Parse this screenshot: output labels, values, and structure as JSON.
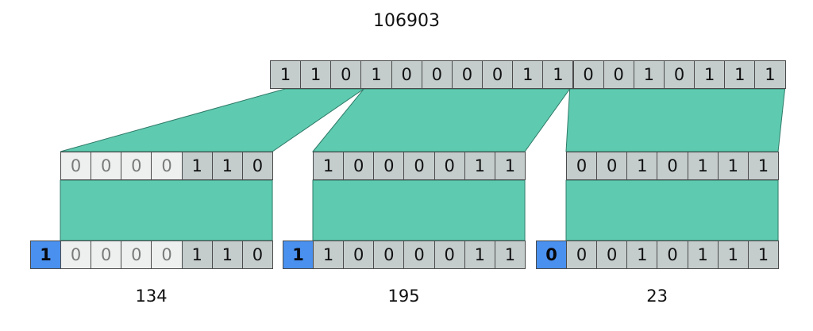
{
  "diagram": {
    "title": "106903",
    "colors": {
      "band": "#5ecbb0",
      "band_stroke": "#2f7a68",
      "cell_active_bg": "#c4cccc",
      "cell_faded_bg": "#eef0f0",
      "cell_border": "#4b4b4b",
      "highlight_bg": "#4a90ee",
      "text": "#111111",
      "faded_text": "#7a7a7a",
      "background": "#ffffff"
    },
    "top_row": {
      "label": "106903",
      "bit_count": 17,
      "bits": [
        "1",
        "1",
        "0",
        "1",
        "0",
        "0",
        "0",
        "0",
        "1",
        "1",
        "0",
        "0",
        "1",
        "0",
        "1",
        "1",
        "1"
      ]
    },
    "groups": [
      {
        "name": "group-left",
        "caption": "134",
        "middle_bits": [
          "0",
          "0",
          "0",
          "0",
          "1",
          "1",
          "0"
        ],
        "middle_faded": [
          true,
          true,
          true,
          true,
          false,
          false,
          false
        ],
        "bottom_flag": "1",
        "bottom_bits": [
          "0",
          "0",
          "0",
          "0",
          "1",
          "1",
          "0"
        ],
        "bottom_faded": [
          true,
          true,
          true,
          true,
          false,
          false,
          false
        ]
      },
      {
        "name": "group-middle",
        "caption": "195",
        "middle_bits": [
          "1",
          "0",
          "0",
          "0",
          "0",
          "1",
          "1"
        ],
        "middle_faded": [
          false,
          false,
          false,
          false,
          false,
          false,
          false
        ],
        "bottom_flag": "1",
        "bottom_bits": [
          "1",
          "0",
          "0",
          "0",
          "0",
          "1",
          "1"
        ],
        "bottom_faded": [
          false,
          false,
          false,
          false,
          false,
          false,
          false
        ]
      },
      {
        "name": "group-right",
        "caption": "23",
        "middle_bits": [
          "0",
          "0",
          "1",
          "0",
          "1",
          "1",
          "1"
        ],
        "middle_faded": [
          false,
          false,
          false,
          false,
          false,
          false,
          false
        ],
        "bottom_flag": "0",
        "bottom_bits": [
          "0",
          "0",
          "1",
          "0",
          "1",
          "1",
          "1"
        ],
        "bottom_faded": [
          false,
          false,
          false,
          false,
          false,
          false,
          false
        ]
      }
    ]
  }
}
